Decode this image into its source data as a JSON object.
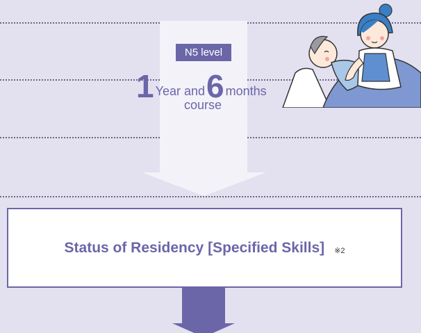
{
  "level_badge": "N5 level",
  "duration": {
    "years_number": "1",
    "years_text": "Year and",
    "months_number": "6",
    "months_text": "months",
    "course_text": "course"
  },
  "status": {
    "title": "Status of Residency [Specified Skills]",
    "note": "※2"
  },
  "colors": {
    "background": "#e3e1f0",
    "accent": "#6b66a8",
    "pale_arrow": "#f3f2f9",
    "box_fill": "#ffffff"
  },
  "illustration_icon": "caregiver-with-patient-icon"
}
